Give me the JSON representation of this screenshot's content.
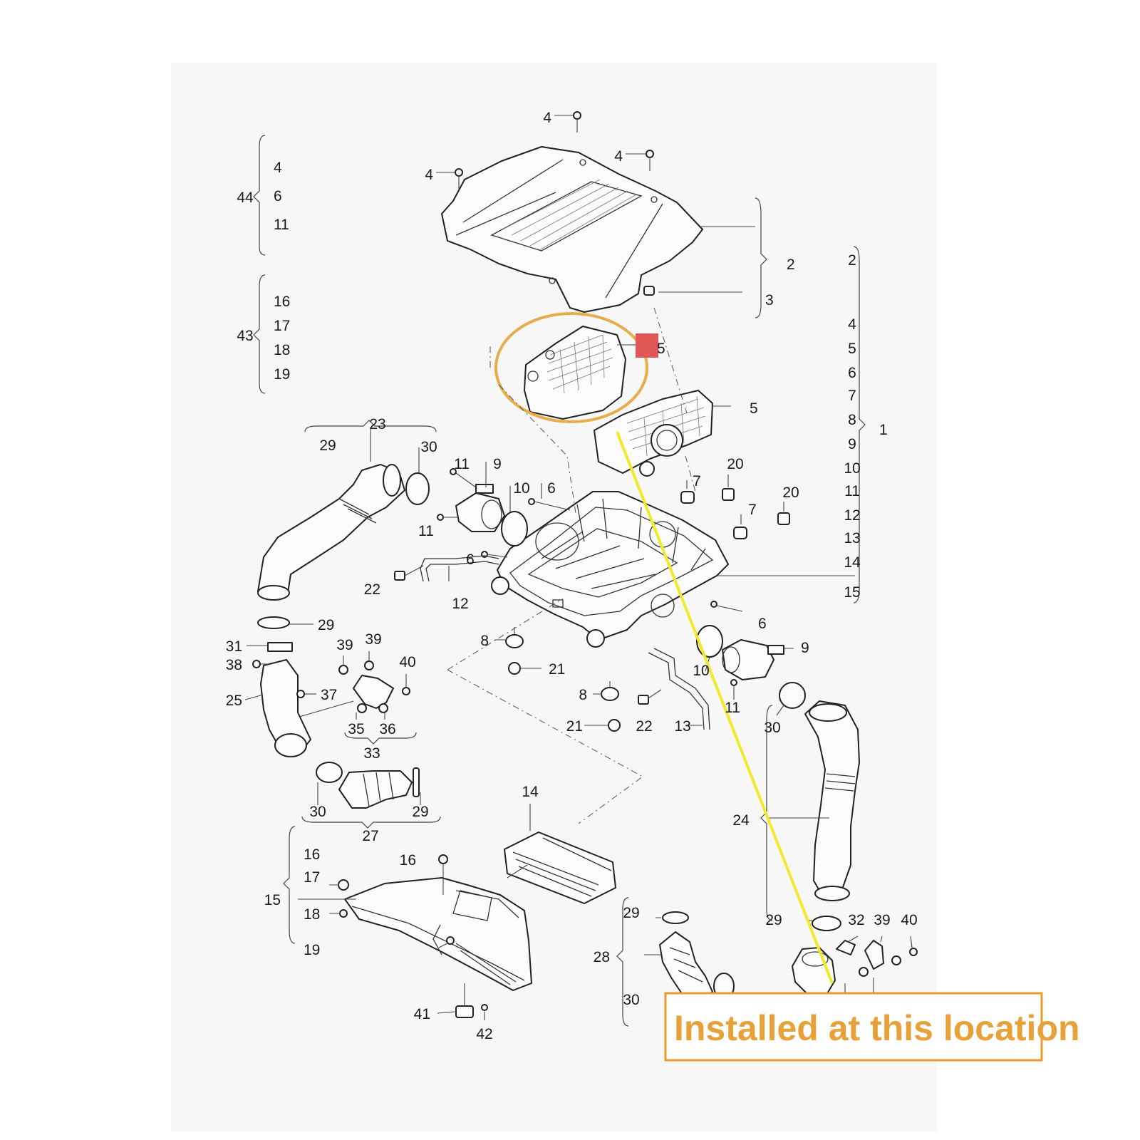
{
  "callouts": {
    "c2_cover": "2",
    "c3_cover": "3",
    "c4_top": "4",
    "c4_left": "4",
    "c4_right": "4",
    "c5_highlight": "5",
    "c5_box": "5",
    "c6_upper": "6",
    "c6_mid": "6",
    "c6_right": "6",
    "c7_a": "7",
    "c7_b": "7",
    "c8_a": "8",
    "c8_b": "8",
    "c9_left": "9",
    "c9_right": "9",
    "c10_left": "10",
    "c10_right": "10",
    "c11_a": "11",
    "c11_b": "11",
    "c11_right": "11",
    "c12": "12",
    "c13": "13",
    "c14": "14",
    "c15_group": "15",
    "c16_part": "16",
    "c20_a": "20",
    "c20_b": "20",
    "c21_a": "21",
    "c21_b": "21",
    "c22_a": "22",
    "c22_b": "22",
    "c23": "23",
    "c24": "24",
    "c25": "25",
    "c27": "27",
    "c28": "28",
    "c29_a": "29",
    "c29_b": "29",
    "c29_c": "29",
    "c29_d": "29",
    "c29_e": "29",
    "c30_a": "30",
    "c30_b": "30",
    "c30_c": "30",
    "c30_d": "30",
    "c31": "31",
    "c32": "32",
    "c33": "33",
    "c35": "35",
    "c36": "36",
    "c37": "37",
    "c38": "38",
    "c39_a": "39",
    "c39_b": "39",
    "c39_c": "39",
    "c40_a": "40",
    "c40_b": "40",
    "c41": "41",
    "c42": "42"
  },
  "kits": {
    "kit44": {
      "id": "44",
      "items": [
        "4",
        "6",
        "11"
      ]
    },
    "kit43": {
      "id": "43",
      "items": [
        "16",
        "17",
        "18",
        "19"
      ]
    },
    "kit1": {
      "id": "1",
      "items": [
        "2",
        "4",
        "5",
        "6",
        "7",
        "8",
        "9",
        "10",
        "11",
        "12",
        "13",
        "14",
        "15"
      ]
    },
    "kit15": {
      "id": "15",
      "items": [
        "16",
        "17",
        "18",
        "19"
      ]
    }
  },
  "note": {
    "text": "Installed at this location"
  },
  "colors": {
    "highlight_circle": "#e7ad4c",
    "pointer_line": "#f1e830",
    "part_tag": "#e05555",
    "note_border": "#ec9a2a",
    "note_text": "#e8a138"
  }
}
